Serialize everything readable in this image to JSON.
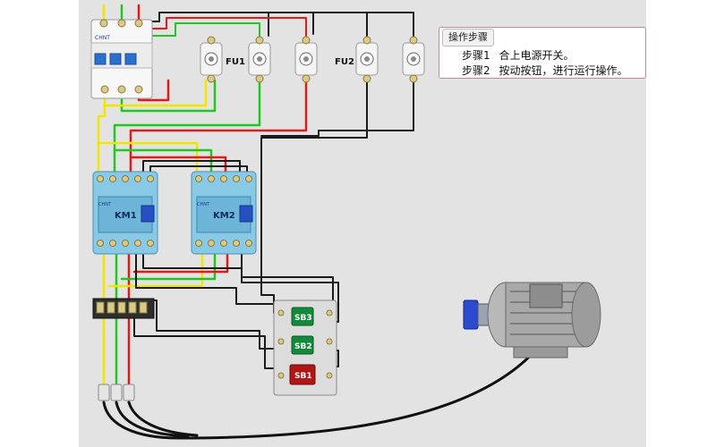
{
  "breaker": {
    "brand": "CHNT"
  },
  "fuses": {
    "fu1_label": "FU1",
    "fu2_label": "FU2"
  },
  "contactors": {
    "km1_label": "KM1",
    "km2_label": "KM2",
    "brand": "CHNT"
  },
  "buttons": {
    "sb3_label": "SB3",
    "sb2_label": "SB2",
    "sb1_label": "SB1"
  },
  "panel": {
    "title": "操作步骤",
    "step1_num": "步骤1",
    "step1_text": "合上电源开关。",
    "step2_num": "步骤2",
    "step2_text": "按动按钮，进行运行操作。"
  },
  "colors": {
    "wire_yellow": "#f2e600",
    "wire_green": "#1fc81f",
    "wire_red": "#e21a1a",
    "wire_black": "#1a1a1a",
    "contactor_body": "#88c9e6",
    "button_green": "#138a3a",
    "button_red": "#b11515"
  }
}
